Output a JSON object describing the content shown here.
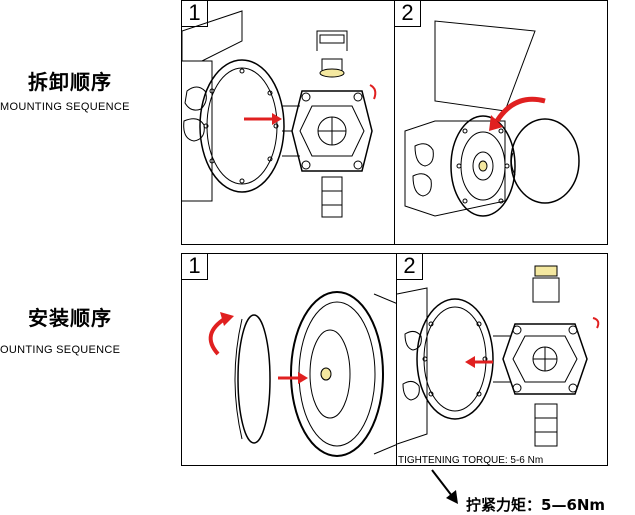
{
  "sections": {
    "dismount": {
      "title_zh": "拆卸顺序",
      "title_en": "MOUNTING SEQUENCE"
    },
    "mount": {
      "title_zh": "安装顺序",
      "title_en": "OUNTING SEQUENCE"
    }
  },
  "panels": {
    "dismount_step1": "1",
    "dismount_step2": "2",
    "mount_step1": "1",
    "mount_step2": "2"
  },
  "torque": {
    "label_en": "TIGHTENING TORQUE: 5-6 Nm",
    "label_zh": "拧紧力矩：5—6Nm"
  },
  "colors": {
    "arrow": "#e02020",
    "line": "#000000",
    "background": "#ffffff"
  }
}
